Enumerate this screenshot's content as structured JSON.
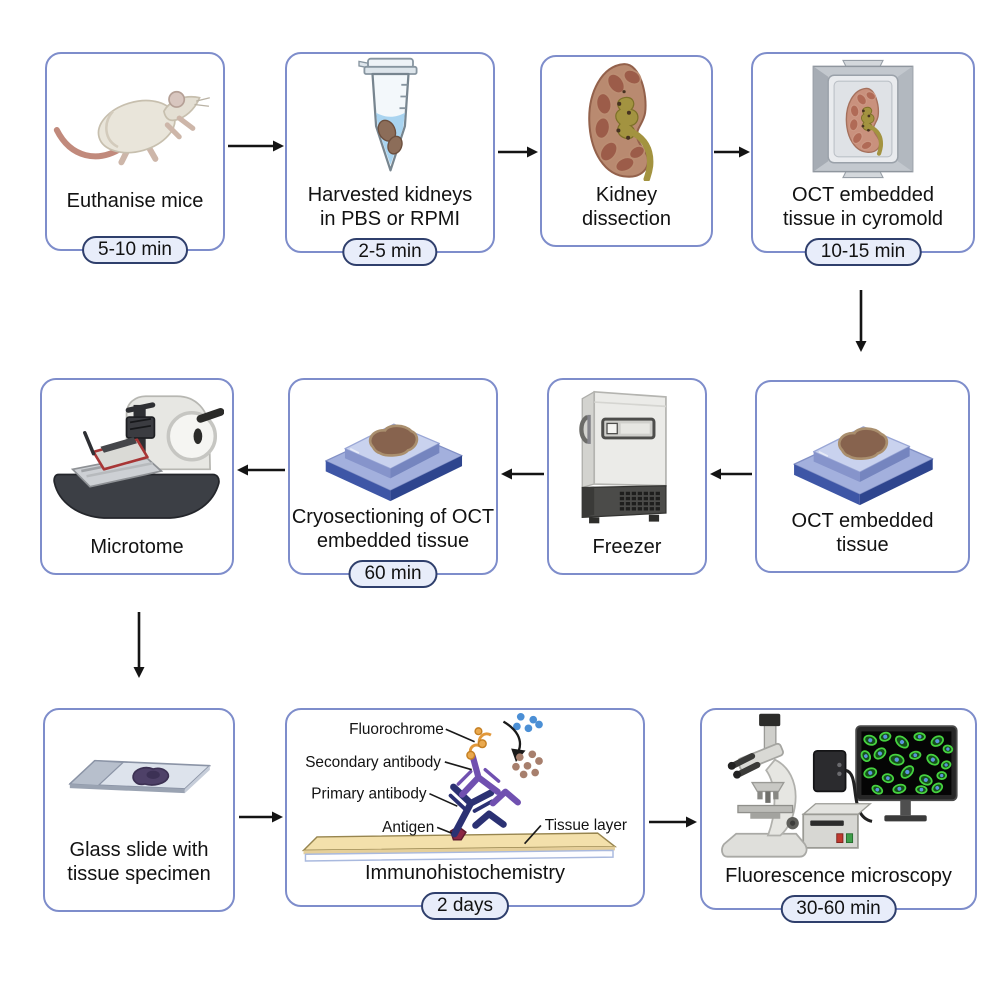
{
  "figure": {
    "type": "protocol-workflow-diagram",
    "subject": "Mouse kidney cryosectioning and immunohistochemistry workflow"
  },
  "nodes": [
    {
      "id": "euthanise-mice",
      "title": "Euthanise mice",
      "lines": [
        "Euthanise mice"
      ],
      "time": "5-10 min",
      "illustration": "mouse"
    },
    {
      "id": "harvested-kidneys",
      "title": "Harvested kidneys in PBS or RPMI",
      "lines": [
        "Harvested kidneys",
        "in PBS or RPMI"
      ],
      "time": "2-5 min",
      "illustration": "microcentrifuge-tube"
    },
    {
      "id": "kidney-dissection",
      "title": "Kidney dissection",
      "lines": [
        "Kidney",
        "dissection"
      ],
      "illustration": "kidney-cross-section"
    },
    {
      "id": "oct-cryomold",
      "title": "OCT embedded tissue in cyromold",
      "lines": [
        "OCT embedded",
        "tissue in cyromold"
      ],
      "time": "10-15 min",
      "illustration": "cryomold-with-kidney"
    },
    {
      "id": "oct-block",
      "title": "OCT embedded tissue",
      "lines": [
        "OCT embedded",
        "tissue"
      ],
      "illustration": "oct-block"
    },
    {
      "id": "freezer",
      "title": "Freezer",
      "lines": [
        "Freezer"
      ],
      "illustration": "lab-freezer"
    },
    {
      "id": "cryosectioning",
      "title": "Cryosectioning of OCT embedded tissue",
      "lines": [
        "Cryosectioning of OCT",
        "embedded tissue"
      ],
      "time": "60 min",
      "illustration": "oct-block"
    },
    {
      "id": "microtome",
      "title": "Microtome",
      "lines": [
        "Microtome"
      ],
      "illustration": "microtome"
    },
    {
      "id": "glass-slide",
      "title": "Glass slide with tissue specimen",
      "lines": [
        "Glass slide with",
        "tissue specimen"
      ],
      "illustration": "glass-slide-specimen"
    },
    {
      "id": "immunohistochemistry",
      "title": "Immunohistochemistry",
      "lines": [
        "Immunohistochemistry"
      ],
      "time": "2 days",
      "illustration": "antibody-binding-diagram"
    },
    {
      "id": "fluorescence-microscopy",
      "title": "Fluorescence microscopy",
      "lines": [
        "Fluorescence microscopy"
      ],
      "time": "30-60 min",
      "illustration": "fluorescence-microscope-with-monitor"
    }
  ],
  "ihc_labels": {
    "fluorochrome": "Fluorochrome",
    "secondary": "Secondary antibody",
    "primary": "Primary antibody",
    "antigen": "Antigen",
    "tissue_layer": "Tissue layer"
  },
  "colors": {
    "box_border": "#7e8dcb",
    "badge_bg": "#e8edfa",
    "badge_border": "#2f3f6c",
    "text": "#121212",
    "arrow": "#141414",
    "oct_block_blue": "#3e56a6",
    "tissue_brown": "#87634e",
    "fluoro_green": "#46d33f",
    "nucleus_blue": "#5b93dd"
  }
}
